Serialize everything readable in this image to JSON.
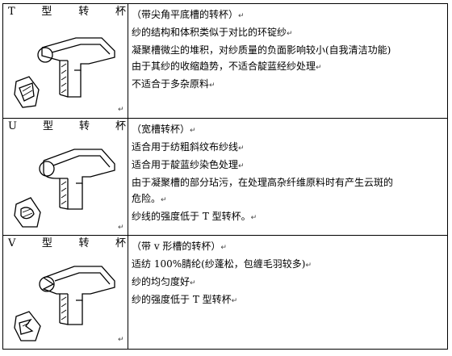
{
  "rows": [
    {
      "type_letter": "T",
      "type_word": "型",
      "type_zhuan": "转",
      "type_bei": "杯",
      "lines": [
        "（带尖角平底槽的转杯）",
        "纱的结构和体积类似于对比的环锭纱",
        "凝聚槽微尘的堆积，对纱质量的负面影响较小(自我清洁功能)",
        "由于其纱的收缩趋势，不适合靛蓝经纱处理",
        "不适合于多杂原料"
      ]
    },
    {
      "type_letter": "U",
      "type_word": "型",
      "type_zhuan": "转",
      "type_bei": "杯",
      "lines": [
        "（宽槽转杯）",
        "适合用于纺粗斜纹布纱线",
        "适合用于靛蓝纱染色处理",
        "由于凝聚槽的部分玷污，在处理高杂纤维原料时有产生云斑的",
        "危险。",
        "纱线的强度低于 T 型转杯。"
      ]
    },
    {
      "type_letter": "V",
      "type_word": "型",
      "type_zhuan": "转",
      "type_bei": "杯",
      "lines": [
        "（带 v 形槽的转杯）",
        "适纺 100%腈纶(纱蓬松，包缠毛羽较多)",
        "纱的均匀度好",
        "纱的强度低于 T 型转杯"
      ]
    }
  ],
  "marks": {
    "paragraph": "↵",
    "return": "↵"
  }
}
